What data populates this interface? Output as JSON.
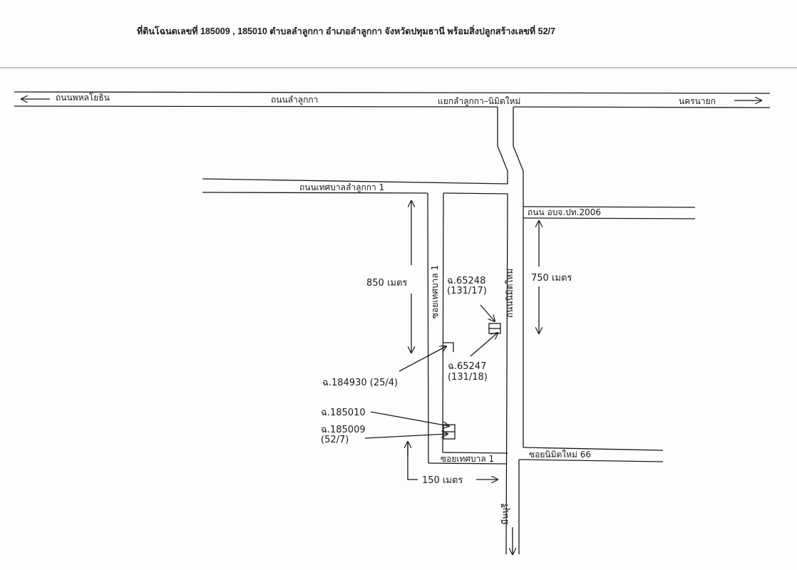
{
  "header": {
    "title": "ที่ดินโฉนดเลขที่  185009 , 185010 ตำบลลำลูกกา อำเภอลำลูกกา จังหวัดปทุมธานี พร้อมสิ่งปลูกสร้างเลขที่ 52/7"
  },
  "roads": {
    "phahol": "ถนนพหลโยธิน",
    "lamlukka": "ถนนลำลูกกา",
    "junction": "แยกลำลูกกา–นิมิตใหม่",
    "nakhonnayok": "นครนายก",
    "thetsaban1_road": "ถนนเทศบาลลำลูกกา 1",
    "obj_road": "ถนน อบจ.ปท.2006",
    "soi_thetsaban1_vertical": "ซอยเทศบาล 1",
    "nimitmai_road": "ถนนนิมิตใหม่",
    "soi_thetsaban1_bottom": "ซอยเทศบาล 1",
    "soi_nimitmai66": "ซอยนิมิตใหม่ 66",
    "minburi": "มีนบุรี"
  },
  "measurements": {
    "left_distance": "850 เมตร",
    "right_distance": "750 เมตร",
    "bottom_distance": "150 เมตร"
  },
  "parcels": {
    "p65248_no": "ฉ.65248",
    "p65248_house": "(131/17)",
    "p65247_no": "ฉ.65247",
    "p65247_house": "(131/18)",
    "p184930": "ฉ.184930 (25/4)",
    "p185010": "ฉ.185010",
    "p185009_no": "ฉ.185009",
    "p185009_house": "(52/7)"
  },
  "colors": {
    "ink": "#1a1a1a",
    "paper": "#fdfdfb",
    "rule": "#8a8a8a"
  }
}
